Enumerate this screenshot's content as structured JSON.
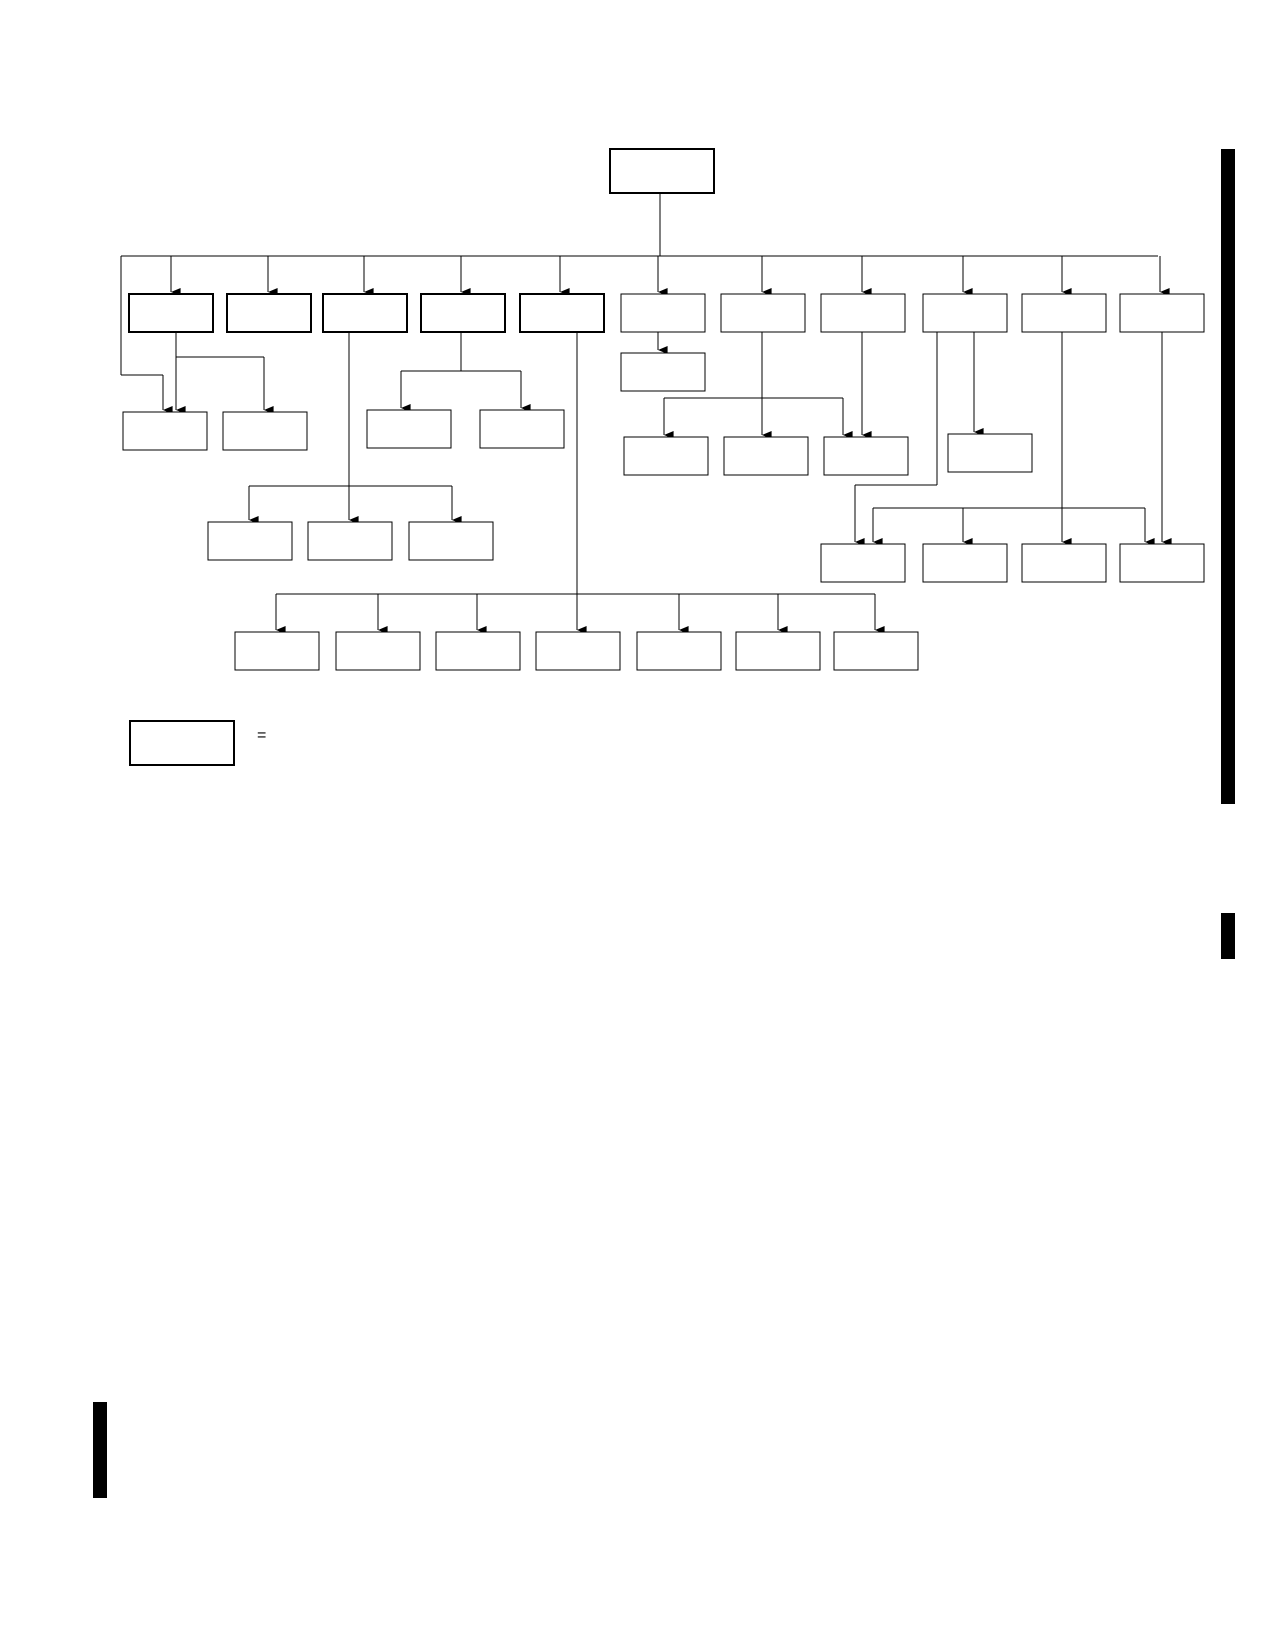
{
  "diagram": {
    "root": "",
    "primary_boxes": [
      "",
      "",
      "",
      "",
      ""
    ],
    "secondary_boxes": [
      "",
      "",
      "",
      "",
      "",
      ""
    ],
    "level3_boxes": [
      "",
      "",
      "",
      "",
      "",
      "",
      "",
      "",
      "",
      "",
      "",
      "",
      "",
      "",
      "",
      "",
      "",
      "",
      "",
      "",
      "",
      "",
      "",
      ""
    ]
  },
  "legend": {
    "equals": "=",
    "label": ""
  },
  "change_bars": [
    "right-margin-top",
    "right-margin-middle",
    "left-margin-bottom"
  ]
}
